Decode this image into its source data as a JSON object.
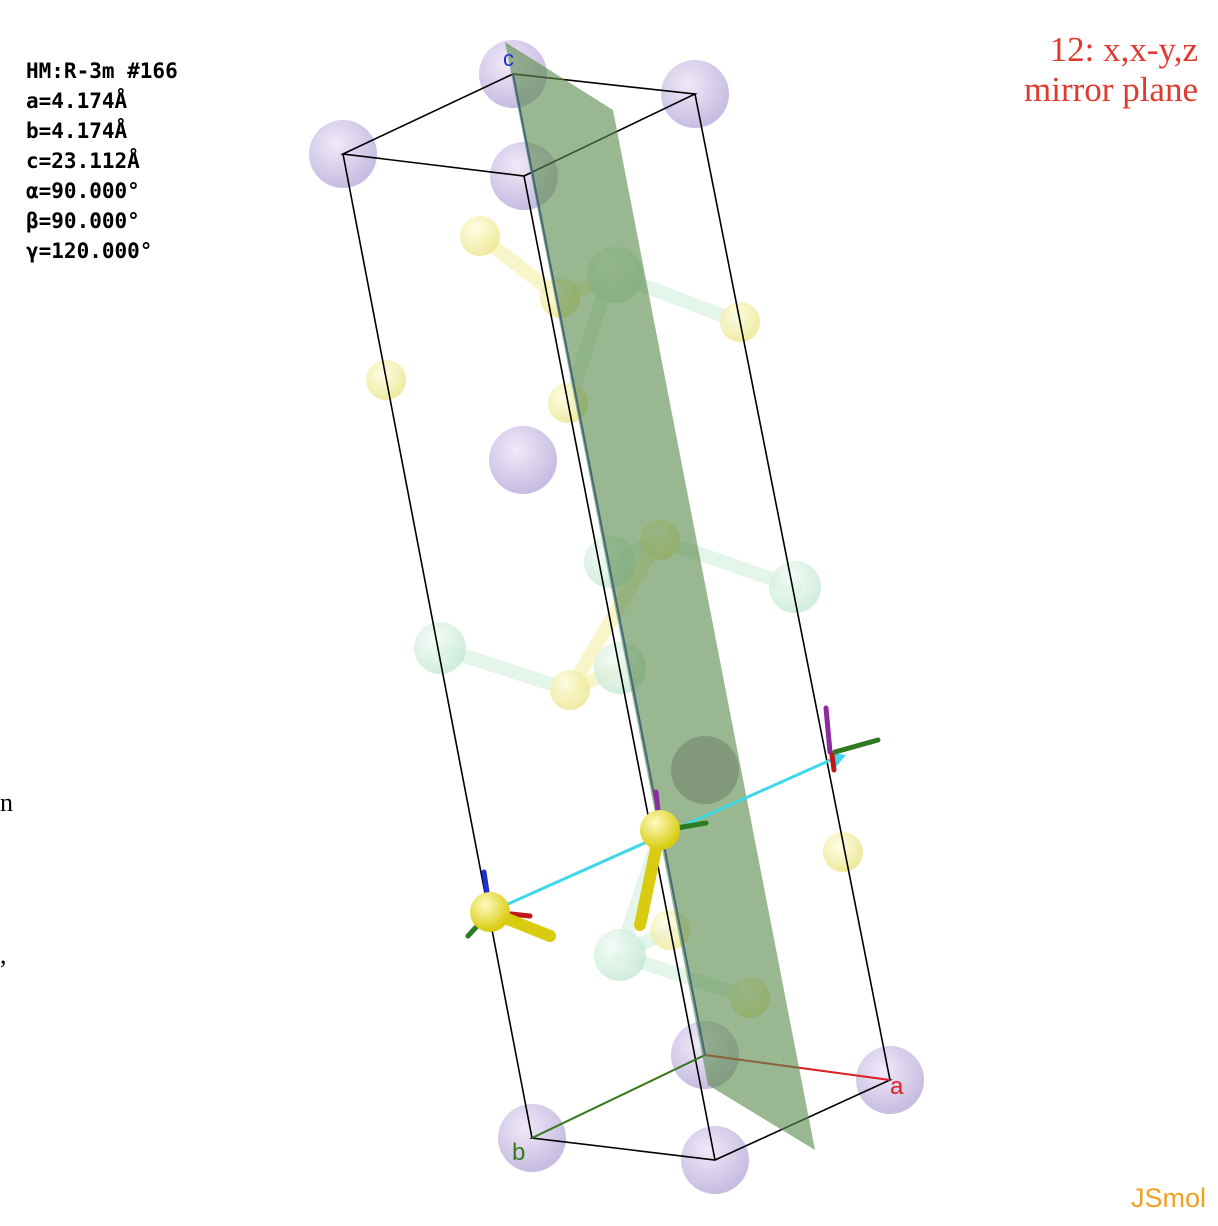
{
  "cell_info": {
    "lines": [
      "HM:R-3m #166",
      "a=4.174Å",
      "b=4.174Å",
      "c=23.112Å",
      "α=90.000°",
      "β=90.000°",
      "γ=120.000°"
    ]
  },
  "symmetry": {
    "operation": "12: x,x-y,z",
    "element": "mirror plane",
    "color": "#e03a2e"
  },
  "axis_labels": {
    "a": "a",
    "b": "b",
    "c": "c"
  },
  "edge_fragments": [
    "n",
    ","
  ],
  "branding": {
    "label": "JSmol",
    "color": "#f0a020"
  },
  "colors": {
    "atom_purple": "#c7bce3",
    "atom_yellow": "#f4ef9a",
    "atom_green": "#cfeedd",
    "atom_selected": "#e9de2a",
    "plane": "#5b8a4c",
    "axis_a": "#e02020",
    "axis_b": "#3a7a1a",
    "axis_c": "#2030d0",
    "vector": "#3ed8e8"
  }
}
